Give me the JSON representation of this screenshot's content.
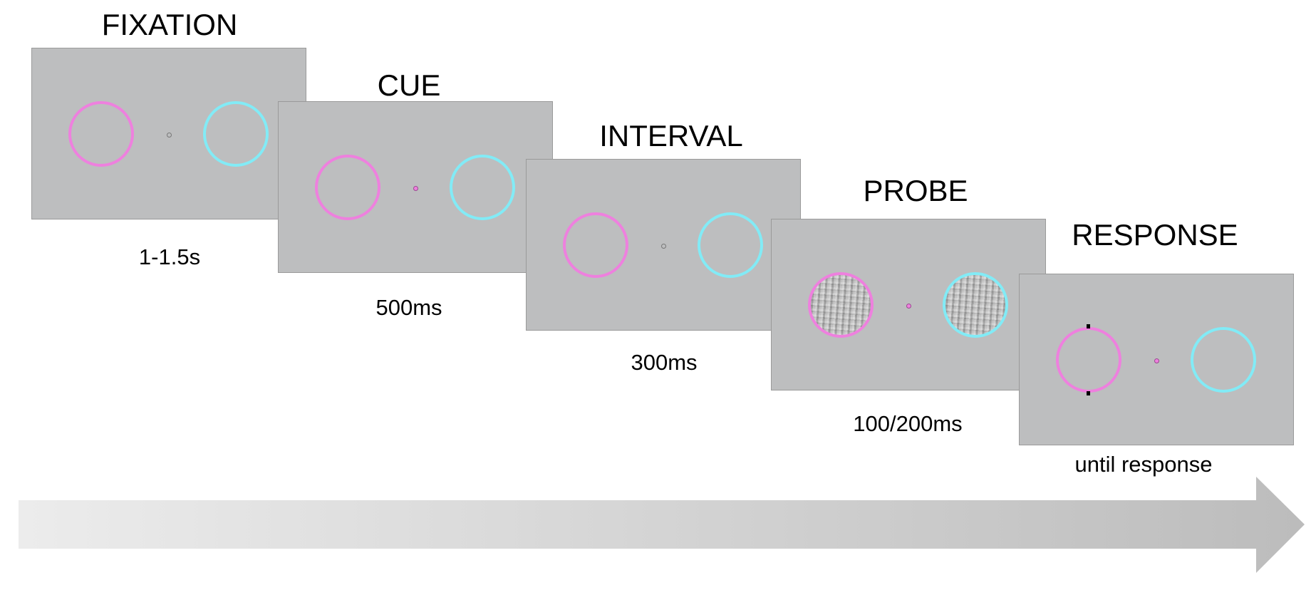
{
  "stages": [
    {
      "title": "FIXATION",
      "duration": "1-1.5s"
    },
    {
      "title": "CUE",
      "duration": "500ms"
    },
    {
      "title": "INTERVAL",
      "duration": "300ms"
    },
    {
      "title": "PROBE",
      "duration": "100/200ms"
    },
    {
      "title": "RESPONSE",
      "duration": "until response"
    }
  ],
  "colors": {
    "pink": "#ee80de",
    "cyan": "#82ebf6",
    "screen": "#bdbebf"
  }
}
